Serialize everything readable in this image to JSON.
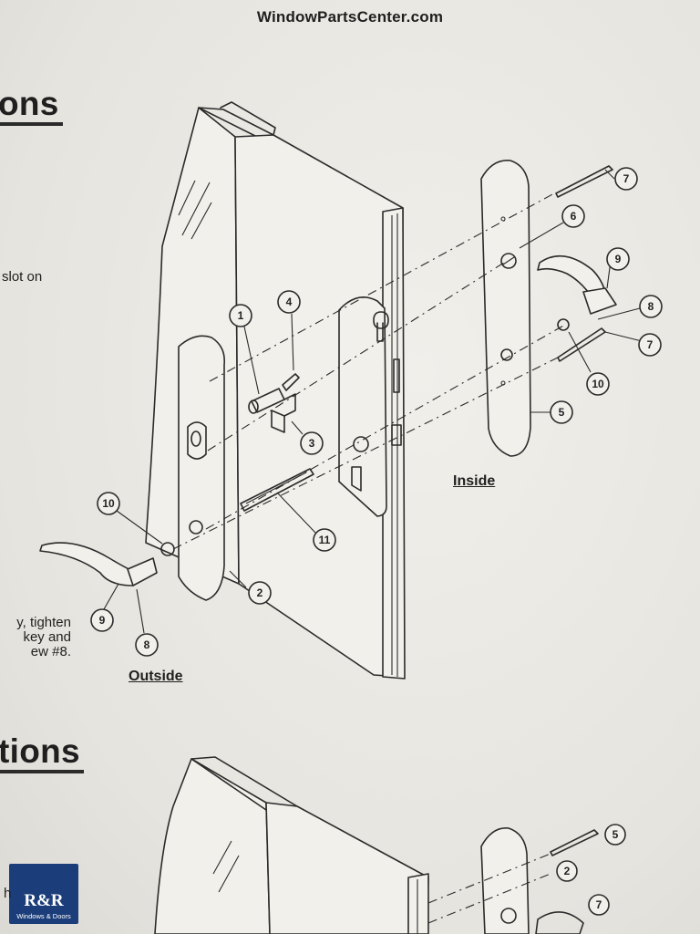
{
  "watermark": "WindowPartsCenter.com",
  "headings": {
    "top": "ons",
    "bottom": "tions"
  },
  "labels": {
    "inside": "Inside",
    "outside": "Outside"
  },
  "fragments": {
    "slot": "slot on",
    "tighten": "y, tighten",
    "key": "key and",
    "screw": "ew #8.",
    "cut": "h"
  },
  "callouts": {
    "c1": "1",
    "c2": "2",
    "c3": "3",
    "c4": "4",
    "c5": "5",
    "c6": "6",
    "c7a": "7",
    "c7b": "7",
    "c8a": "8",
    "c8b": "8",
    "c9a": "9",
    "c9b": "9",
    "c10a": "10",
    "c10b": "10",
    "c11": "11",
    "b5": "5",
    "b2": "2",
    "b7": "7"
  },
  "logo": {
    "name": "R&R",
    "sub": "Windows & Doors"
  },
  "colors": {
    "ink": "#2b2b2b",
    "paper": "#f1efea",
    "logo_bg": "#1b3e7a"
  }
}
